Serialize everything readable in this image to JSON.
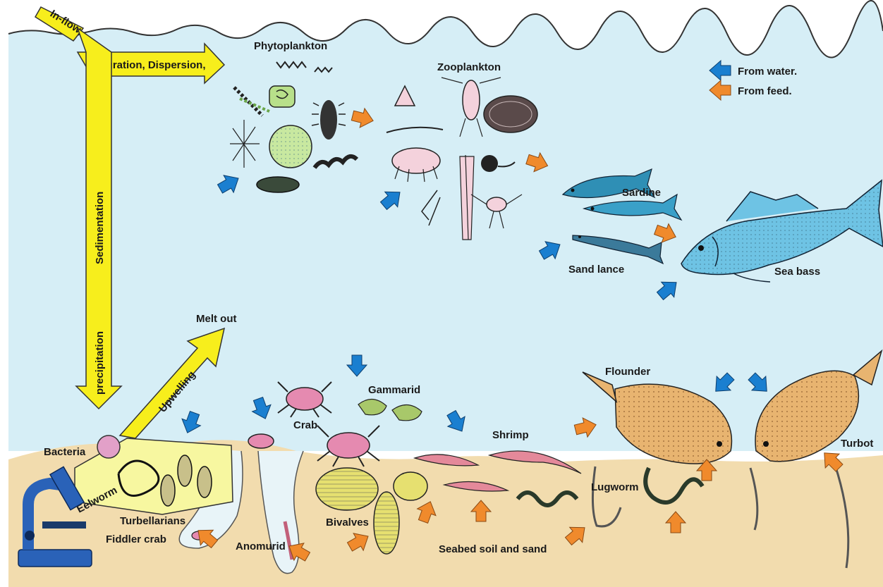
{
  "legend": {
    "from_water": "From water.",
    "from_feed": "From feed."
  },
  "colors": {
    "water": "#d6eef6",
    "seabed": "#f2dcae",
    "water_arrow": "#1a7fd0",
    "feed_arrow": "#f08a2c",
    "flow_arrow": "#f7ee1c"
  },
  "flows": {
    "inflow": "In-flow,",
    "migration": "Migration, Dispersion,",
    "sedimentation": "Sedimentation",
    "precipitation": "precipitation",
    "melt_out": "Melt out",
    "upwelling": "Upwelling"
  },
  "organisms": {
    "phytoplankton": "Phytoplankton",
    "zooplankton": "Zooplankton",
    "sardine": "Sardine",
    "sand_lance": "Sand lance",
    "sea_bass": "Sea bass",
    "gammarid": "Gammarid",
    "crab": "Crab",
    "flounder": "Flounder",
    "shrimp": "Shrimp",
    "turbot": "Turbot",
    "lugworm": "Lugworm",
    "bacteria": "Bacteria",
    "eelworm": "Eelworm",
    "turbellarians": "Turbellarians",
    "fiddler_crab": "Fiddler crab",
    "anomurid": "Anomurid",
    "bivalves": "Bivalves",
    "seabed": "Seabed soil and sand"
  }
}
